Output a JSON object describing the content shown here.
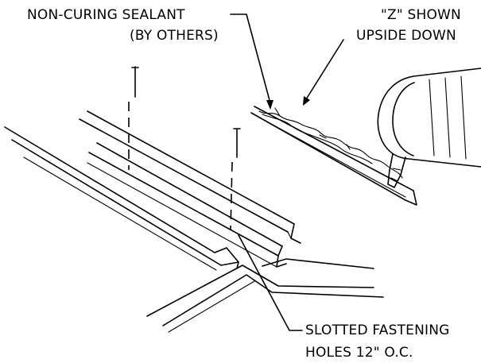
{
  "labels": {
    "sealant_line1": "NON-CURING SEALANT",
    "sealant_line2": "(BY OTHERS)",
    "z_line1": "\"Z\" SHOWN",
    "z_line2": "UPSIDE DOWN",
    "holes_line1": "SLOTTED FASTENING",
    "holes_line2": "HOLES 12\" O.C."
  }
}
